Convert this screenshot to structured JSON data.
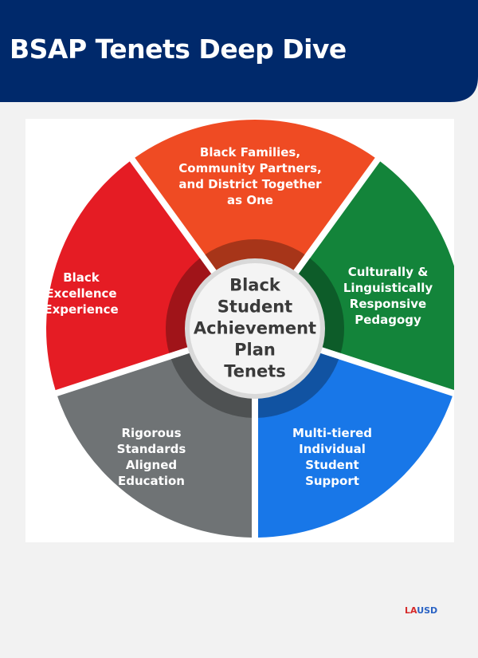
{
  "header": {
    "title": "BSAP Tenets Deep Dive",
    "bg_color": "#00296b"
  },
  "diagram": {
    "center_lines": [
      "Black",
      "Student",
      "Achievement",
      "Plan",
      "Tenets"
    ],
    "segments": [
      {
        "id": "families",
        "color": "#ef4b23",
        "lines": [
          "Black Families,",
          "Community Partners,",
          "and District Together",
          "as One"
        ]
      },
      {
        "id": "pedagogy",
        "color": "#13843a",
        "lines": [
          "Culturally &",
          "Linguistically",
          "Responsive",
          "Pedagogy"
        ]
      },
      {
        "id": "support",
        "color": "#1877e8",
        "lines": [
          "Multi-tiered",
          "Individual",
          "Student",
          "Support"
        ]
      },
      {
        "id": "standards",
        "color": "#6f7375",
        "lines": [
          "Rigorous",
          "Standards",
          "Aligned",
          "Education"
        ]
      },
      {
        "id": "excellence",
        "color": "#e51c24",
        "lines": [
          "Black",
          "Excellence",
          "Experience"
        ]
      }
    ]
  },
  "logo": {
    "part1": "LA",
    "part2": "USD"
  }
}
